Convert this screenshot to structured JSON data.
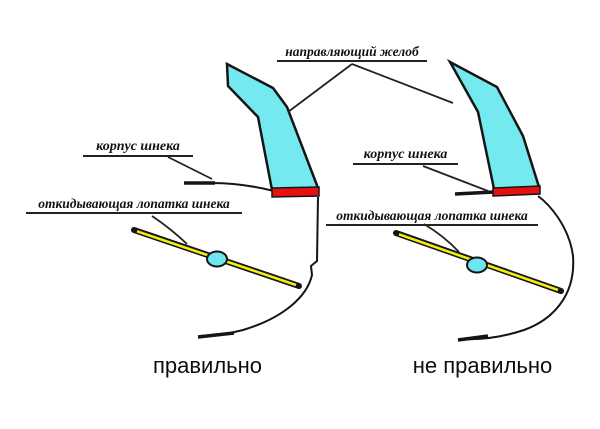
{
  "figure": {
    "title_label": "направляющий желоб",
    "left_diagram": {
      "housing_label": "корпус шнека",
      "blade_label": "откидывающая лопатка шнека",
      "caption": "правильно"
    },
    "right_diagram": {
      "housing_label": "корпус шнека",
      "blade_label": "откидывающая лопатка шнека",
      "caption": "не правильно"
    }
  },
  "colors": {
    "chute_fill": "#74e9ef",
    "strip_fill": "#e51111",
    "blade_fill": "#f2ee14",
    "pivot_fill": "#6ee6ef",
    "line": "#151515"
  }
}
